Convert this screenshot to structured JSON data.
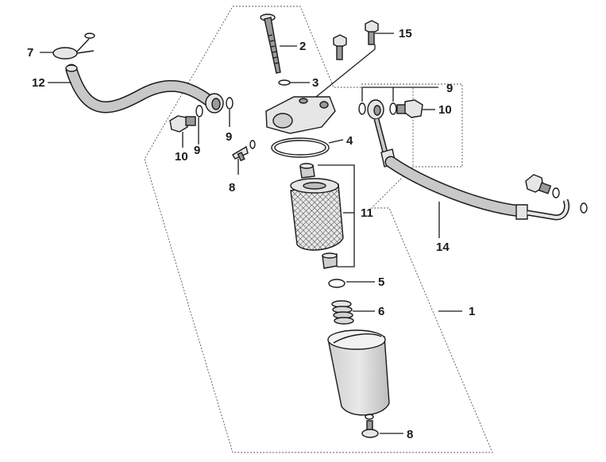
{
  "callouts": [
    {
      "id": "c1",
      "number": "1"
    },
    {
      "id": "c2",
      "number": "2"
    },
    {
      "id": "c3",
      "number": "3"
    },
    {
      "id": "c4",
      "number": "4"
    },
    {
      "id": "c5",
      "number": "5"
    },
    {
      "id": "c6",
      "number": "6"
    },
    {
      "id": "c7",
      "number": "7"
    },
    {
      "id": "c8a",
      "number": "8"
    },
    {
      "id": "c8b",
      "number": "8"
    },
    {
      "id": "c9a",
      "number": "9"
    },
    {
      "id": "c9b",
      "number": "9"
    },
    {
      "id": "c9c",
      "number": "9"
    },
    {
      "id": "c10a",
      "number": "10"
    },
    {
      "id": "c10b",
      "number": "10"
    },
    {
      "id": "c11",
      "number": "11"
    },
    {
      "id": "c12",
      "number": "12"
    },
    {
      "id": "c14",
      "number": "14"
    },
    {
      "id": "c15",
      "number": "15"
    }
  ],
  "colors": {
    "ink": "#1a1a1a",
    "part_fill": "#e6e6e6",
    "hose_fill": "#c8c8c8",
    "shadow_fill": "#9a9a9a"
  }
}
